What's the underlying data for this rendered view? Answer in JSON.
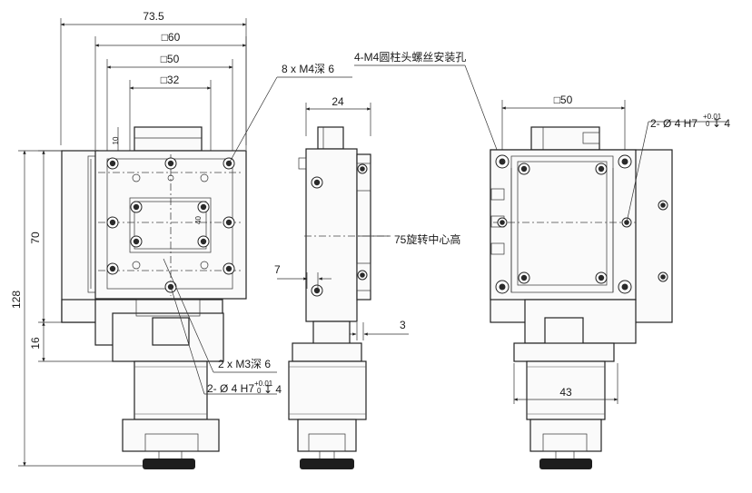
{
  "front_view": {
    "dim_width_overall": "73.5",
    "dim_square_60": "□60",
    "dim_square_50": "□50",
    "dim_square_32": "□32",
    "dim_10": "10",
    "dim_40": "40",
    "dim_70": "70",
    "dim_128": "128",
    "dim_16": "16",
    "note_m4": "8 x  M4深 6",
    "note_m3": "2 x  M3深 6",
    "note_pin_main": "2- Ø 4 H7",
    "note_pin_tol": "+0.01",
    "note_pin_tol2": "0",
    "note_pin_depth": "↧ 4"
  },
  "side_view": {
    "dim_24": "24",
    "dim_7": "7",
    "dim_3": "3",
    "note_center_height": "75旋转中心高"
  },
  "rear_view": {
    "note_holes": "4-M4圆柱头螺丝安装孔",
    "dim_square_50": "□50",
    "dim_43": "43",
    "note_pin_main": "2- Ø 4 H7",
    "note_pin_tol": "+0.01",
    "note_pin_tol2": "0",
    "note_pin_depth": "↧ 4"
  },
  "colors": {
    "line": "#222222",
    "background": "#ffffff"
  }
}
